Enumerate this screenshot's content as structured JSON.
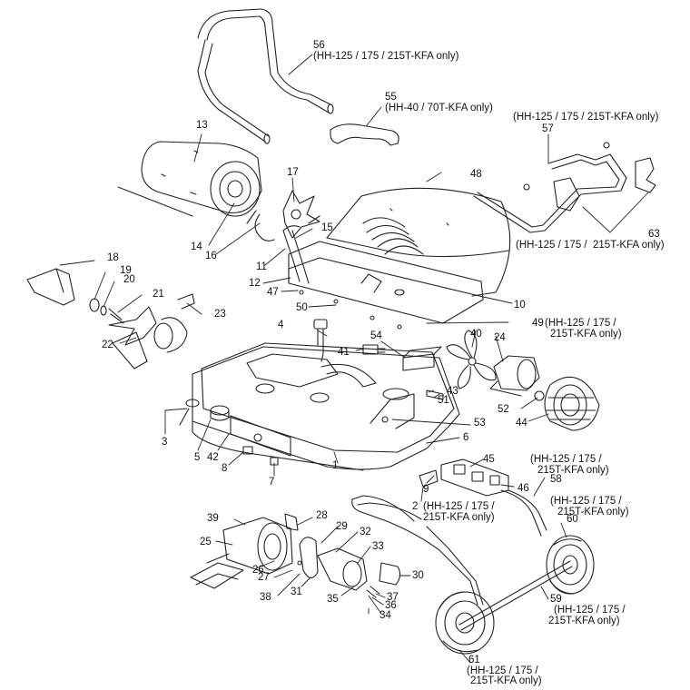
{
  "callouts": {
    "c1": "1",
    "c2": "2",
    "c3": "3",
    "c4": "4",
    "c5": "5",
    "c6": "6",
    "c7": "7",
    "c8": "8",
    "c9": "9",
    "c10": "10",
    "c11": "11",
    "c12": "12",
    "c13": "13",
    "c14": "14",
    "c15": "15",
    "c16": "16",
    "c17": "17",
    "c18": "18",
    "c19": "19",
    "c20": "20",
    "c21": "21",
    "c22": "22",
    "c23": "23",
    "c24": "24",
    "c25": "25",
    "c26": "26",
    "c27": "27",
    "c28": "28",
    "c29": "29",
    "c30": "30",
    "c31": "31",
    "c32": "32",
    "c33": "33",
    "c34": "34",
    "c35": "35",
    "c36": "36",
    "c37": "37",
    "c38": "38",
    "c39": "39",
    "c40": "40",
    "c41": "41",
    "c42": "42",
    "c43": "43",
    "c44": "44",
    "c45": "45",
    "c46": "46",
    "c47": "47",
    "c48": "48",
    "c49": "49",
    "c50": "50",
    "c51": "51",
    "c52": "52",
    "c53": "53",
    "c54": "54",
    "c55": "55",
    "c56": "56",
    "c57": "57",
    "c58": "58",
    "c59": "59",
    "c60": "60",
    "c61": "61",
    "c63": "63"
  },
  "notes": {
    "n56": "(HH-125 / 175 / 215T-KFA only)",
    "n55": "(HH-40 / 70T-KFA only)",
    "n57": "(HH-125 / 175 / 215T-KFA only)",
    "n63": "(HH-125 / 175 /  215T-KFA only)",
    "n49a": "(HH-125 / 175 /",
    "n49b": "215T-KFA only)",
    "n58a": "(HH-125 / 175 /",
    "n58b": "215T-KFA only)",
    "n2a": "(HH-125 / 175 /",
    "n2b": "215T-KFA only)",
    "n60a": "(HH-125 / 175 /",
    "n60b": "215T-KFA only)",
    "n59a": "(HH-125 / 175 /",
    "n59b": "215T-KFA only)",
    "n61a": "(HH-125 / 175 /",
    "n61b": "215T-KFA only)"
  }
}
